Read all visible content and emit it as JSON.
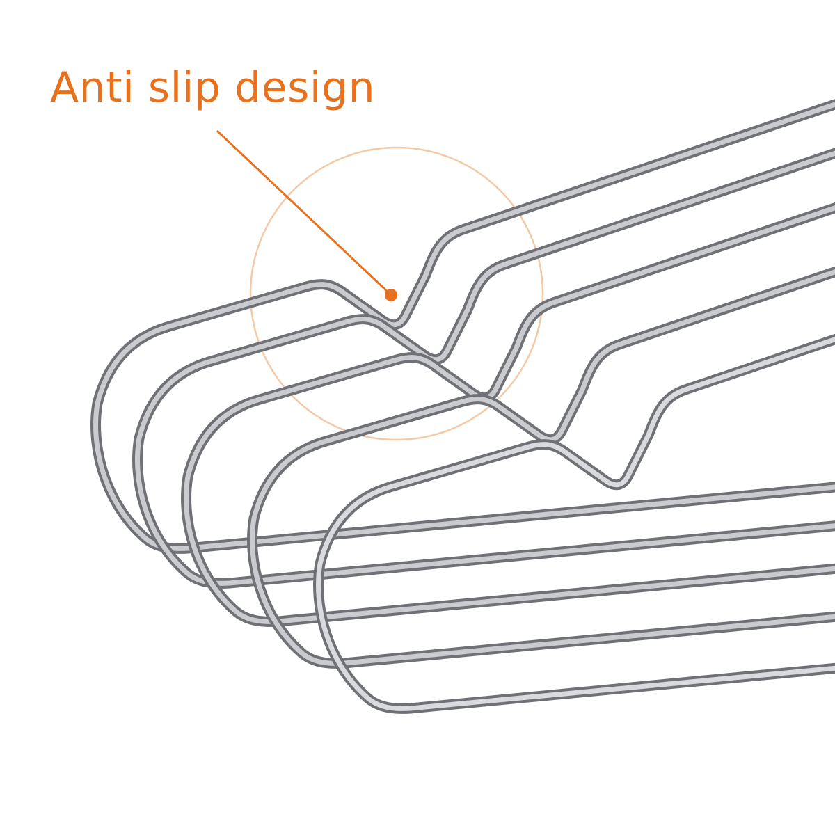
{
  "callout": {
    "text": "Anti slip design",
    "accent_color": "#e8711d"
  },
  "photo": {
    "subject": "stacked stainless steel wire hangers",
    "hanger_count": 5,
    "wire_color": "#9a9ca0"
  }
}
